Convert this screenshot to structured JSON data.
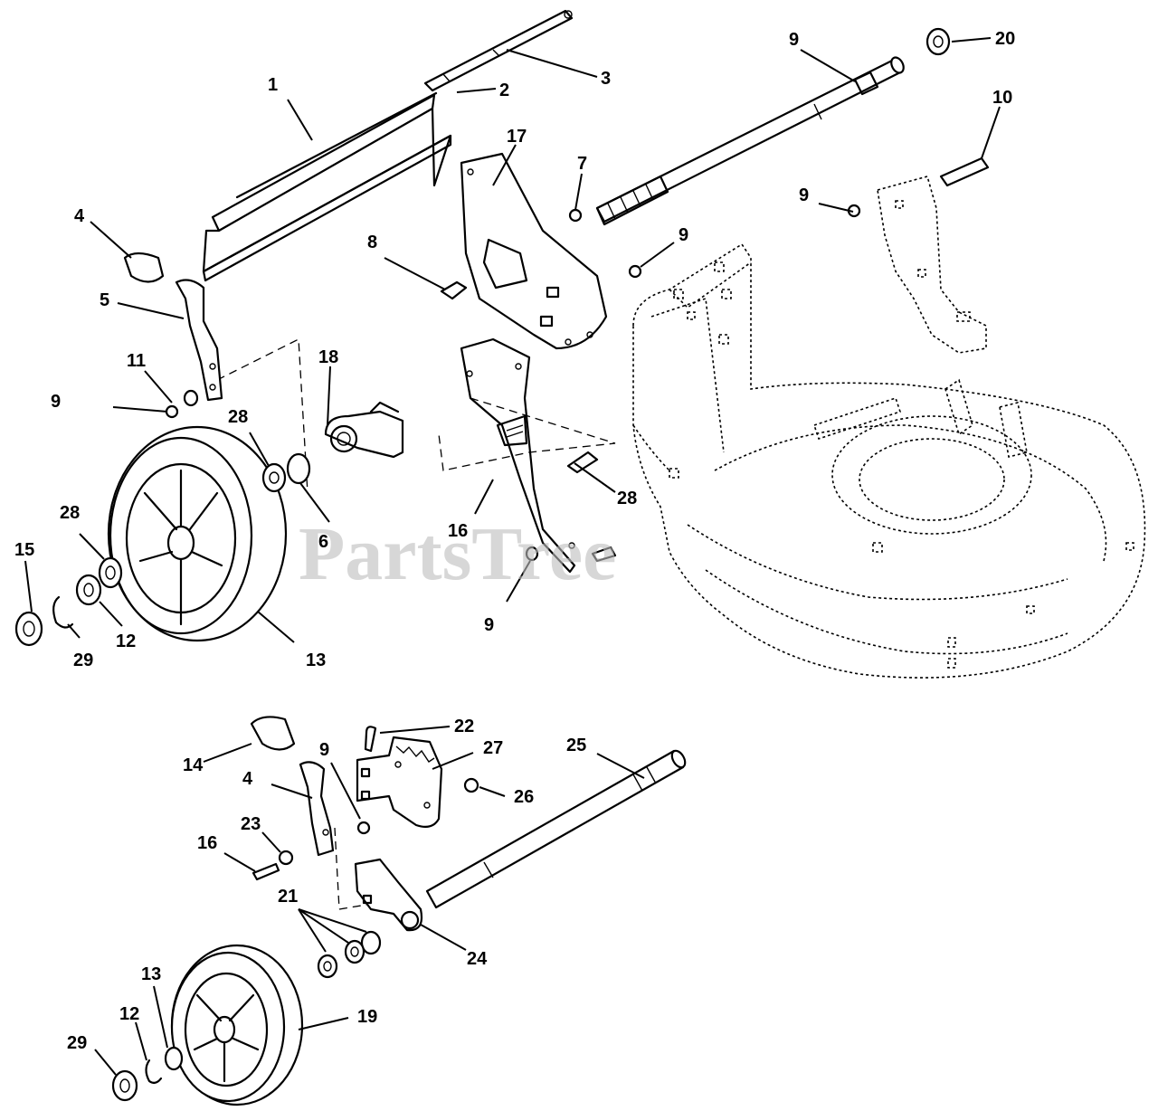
{
  "watermark": "PartsTree",
  "callouts": [
    {
      "id": "c1",
      "label": "1"
    },
    {
      "id": "c2",
      "label": "2"
    },
    {
      "id": "c3",
      "label": "3"
    },
    {
      "id": "c4a",
      "label": "4"
    },
    {
      "id": "c5",
      "label": "5"
    },
    {
      "id": "c7",
      "label": "7"
    },
    {
      "id": "c8",
      "label": "8"
    },
    {
      "id": "c9a",
      "label": "9"
    },
    {
      "id": "c9b",
      "label": "9"
    },
    {
      "id": "c9c",
      "label": "9"
    },
    {
      "id": "c9d",
      "label": "9"
    },
    {
      "id": "c9e",
      "label": "9"
    },
    {
      "id": "c9f",
      "label": "9"
    },
    {
      "id": "c10",
      "label": "10"
    },
    {
      "id": "c11",
      "label": "11"
    },
    {
      "id": "c16a",
      "label": "16"
    },
    {
      "id": "c17",
      "label": "17"
    },
    {
      "id": "c18",
      "label": "18"
    },
    {
      "id": "c20",
      "label": "20"
    },
    {
      "id": "c28a",
      "label": "28"
    },
    {
      "id": "c28b",
      "label": "28"
    },
    {
      "id": "c28c",
      "label": "28"
    },
    {
      "id": "c6",
      "label": "6"
    },
    {
      "id": "c15",
      "label": "15"
    },
    {
      "id": "c29a",
      "label": "29"
    },
    {
      "id": "c12a",
      "label": "12"
    },
    {
      "id": "c13a",
      "label": "13"
    },
    {
      "id": "c14",
      "label": "14"
    },
    {
      "id": "c4b",
      "label": "4"
    },
    {
      "id": "c23",
      "label": "23"
    },
    {
      "id": "c16b",
      "label": "16"
    },
    {
      "id": "c22",
      "label": "22"
    },
    {
      "id": "c27",
      "label": "27"
    },
    {
      "id": "c26",
      "label": "26"
    },
    {
      "id": "c25",
      "label": "25"
    },
    {
      "id": "c21",
      "label": "21"
    },
    {
      "id": "c24",
      "label": "24"
    },
    {
      "id": "c13b",
      "label": "13"
    },
    {
      "id": "c12b",
      "label": "12"
    },
    {
      "id": "c29b",
      "label": "29"
    },
    {
      "id": "c19",
      "label": "19"
    }
  ]
}
